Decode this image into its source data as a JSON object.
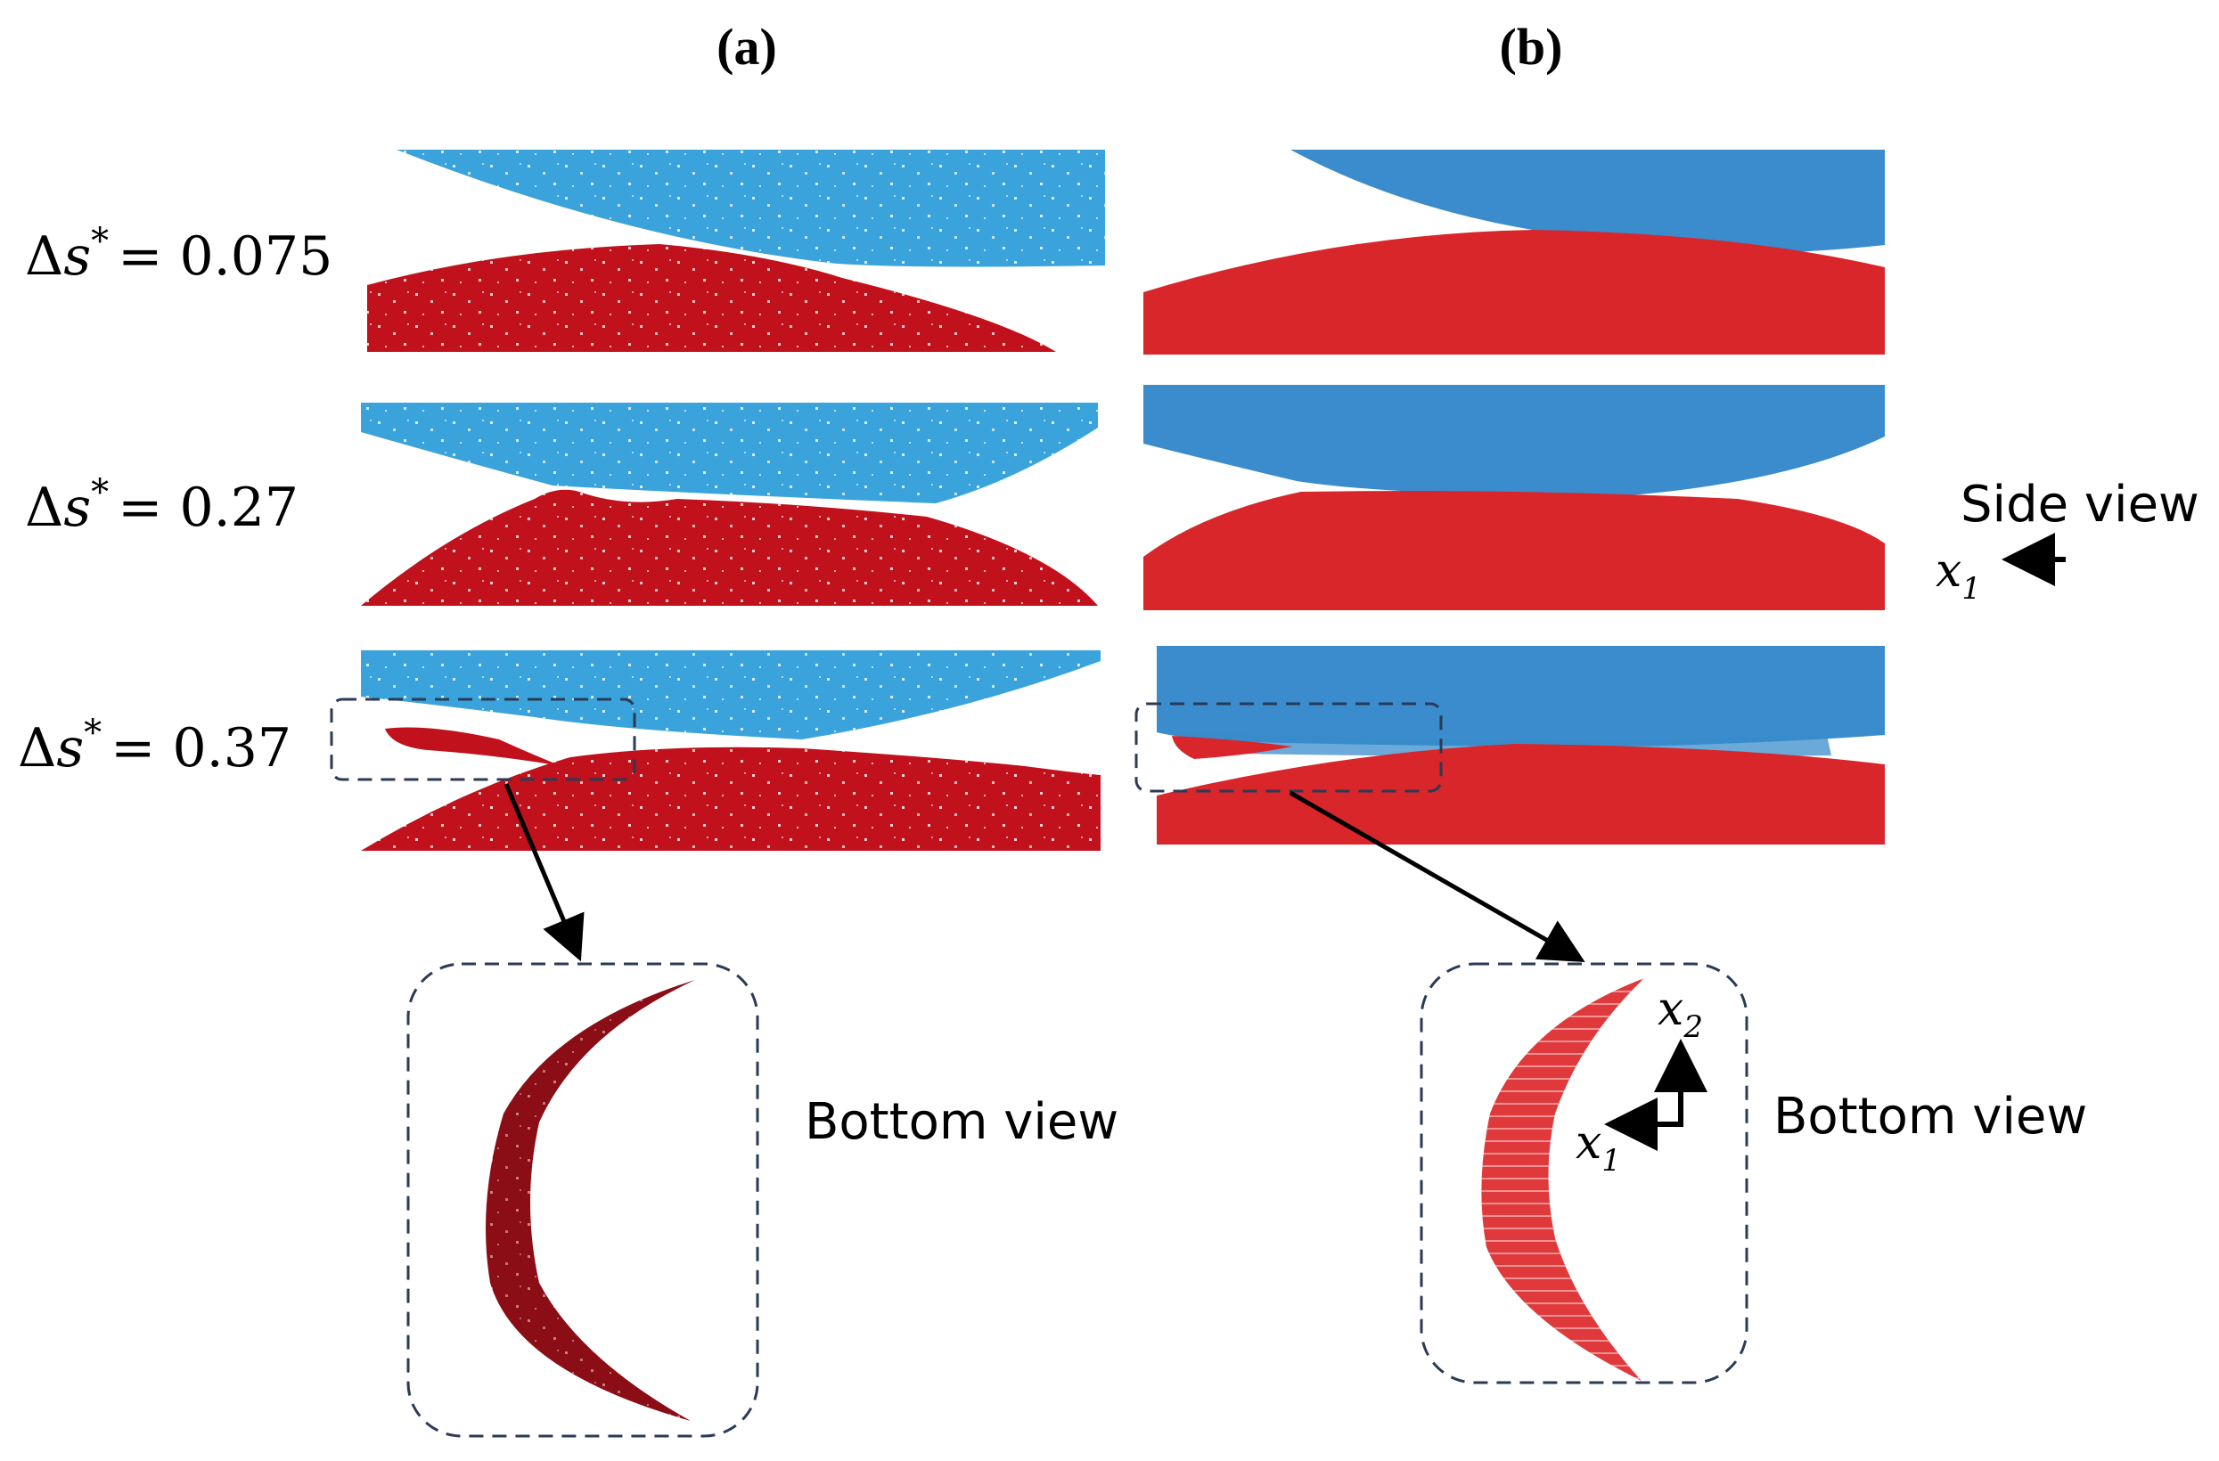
{
  "panels": [
    {
      "id": "a",
      "label": "(a)"
    },
    {
      "id": "b",
      "label": "(b)"
    }
  ],
  "rows": [
    {
      "prefix": "Δ",
      "var": "s",
      "sup": "*",
      "value": "= 0.075"
    },
    {
      "prefix": "Δ",
      "var": "s",
      "sup": "*",
      "value": "= 0.27"
    },
    {
      "prefix": "Δ",
      "var": "s",
      "sup": "*",
      "value": "= 0.37"
    }
  ],
  "annotations": {
    "side_view": "Side view",
    "bottom_view_a": "Bottom view",
    "bottom_view_b": "Bottom view",
    "axis_x1_var": "x",
    "axis_x1_sub": "1",
    "axis_x2_var": "x",
    "axis_x2_sub": "2"
  },
  "colors": {
    "a_upper": "#3aa3dc",
    "a_lower": "#c0111c",
    "b_upper": "#3a8ccc",
    "b_lower": "#d9262b",
    "a_bottom_dots": "#8b0d16",
    "b_bottom": "#e0393c",
    "box_stroke": "#2b3a55",
    "arrow": "#000000"
  }
}
